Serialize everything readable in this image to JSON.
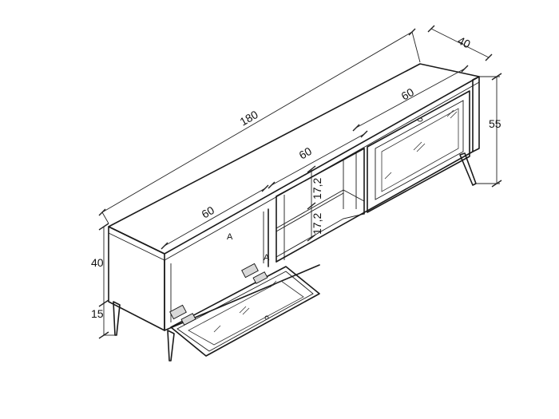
{
  "diagram": {
    "dimensions": {
      "total_width": "180",
      "depth": "40",
      "total_height": "55",
      "section_left": "60",
      "section_middle": "60",
      "section_right": "60",
      "body_height": "40",
      "leg_height": "15",
      "shelf_upper": "17,2",
      "shelf_lower": "17,2"
    }
  }
}
